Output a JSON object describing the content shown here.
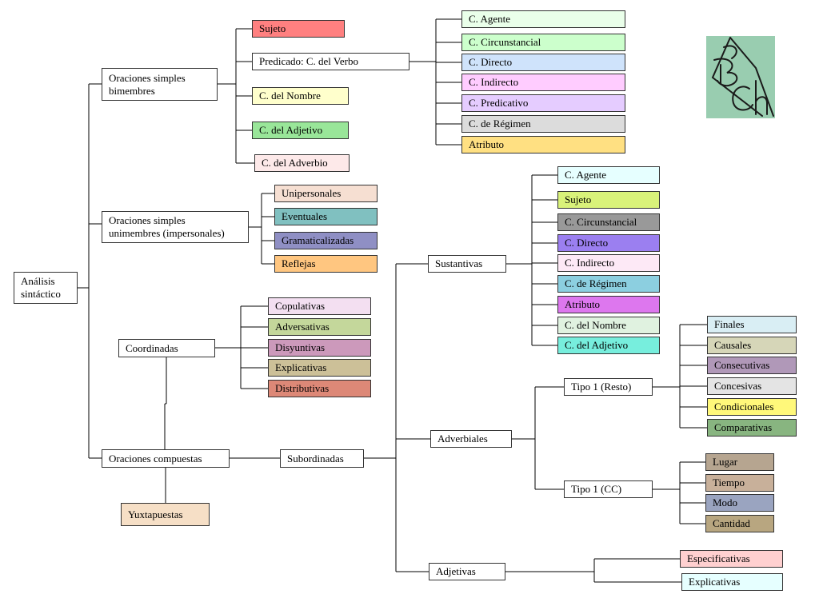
{
  "root": {
    "line1": "Análisis",
    "line2": "sintáctico"
  },
  "simples_bimembres": {
    "line1": "Oraciones simples",
    "line2": "bimembres"
  },
  "simples_unimembres": {
    "line1": "Oraciones simples",
    "line2": "unimembres (impersonales)"
  },
  "coordinadas": "Coordinadas",
  "compuestas": "Oraciones compuestas",
  "subordinadas": "Subordinadas",
  "yuxtapuestas": "Yuxtapuestas",
  "bimembres_items": [
    "Sujeto",
    "Predicado: C. del Verbo",
    "C. del Nombre",
    "C. del Adjetivo",
    "C. del Adverbio"
  ],
  "verbo_items": [
    "C. Agente",
    "C. Circunstancial",
    "C. Directo",
    "C. Indirecto",
    "C. Predicativo",
    "C. de Régimen",
    "Atributo"
  ],
  "unimembres_items": [
    "Unipersonales",
    "Eventuales",
    "Gramaticalizadas",
    "Reflejas"
  ],
  "coord_items": [
    "Copulativas",
    "Adversativas",
    "Disyuntivas",
    "Explicativas",
    "Distributivas"
  ],
  "sub_types": [
    "Sustantivas",
    "Adverbiales",
    "Adjetivas"
  ],
  "sust_items": [
    "C. Agente",
    "Sujeto",
    "C. Circunstancial",
    "C. Directo",
    "C. Indirecto",
    "C. de Régimen",
    "Atributo",
    "C. del Nombre",
    "C. del Adjetivo"
  ],
  "adverbiales_types": [
    "Tipo 1 (Resto)",
    "Tipo 1 (CC)"
  ],
  "resto_items": [
    "Finales",
    "Causales",
    "Consecutivas",
    "Concesivas",
    "Condicionales",
    "Comparativas"
  ],
  "cc_items": [
    "Lugar",
    "Tiempo",
    "Modo",
    "Cantidad"
  ],
  "adjetivas_items": [
    "Especificativas",
    "Explicativas"
  ],
  "colors": {
    "sujeto": "#ff8080",
    "c_nombre": "#ffffcc",
    "c_adjetivo": "#99e699",
    "c_adverbio": "#fde9e9",
    "verbo": [
      "#eaffea",
      "#ccffcc",
      "#cfe3fb",
      "#ffccff",
      "#e5ccff",
      "#dcdcdc",
      "#ffe082"
    ],
    "unimembres": [
      "#f6dfd2",
      "#80c0c0",
      "#8f8fc4",
      "#ffc680"
    ],
    "coord": [
      "#f3dff1",
      "#c4d79b",
      "#cc99bb",
      "#ccc098",
      "#dd8877"
    ],
    "sust": [
      "#e6ffff",
      "#d9f27a",
      "#999999",
      "#9b7ff0",
      "#fde9f6",
      "#8ccfe0",
      "#dd77ee",
      "#e0f2e0",
      "#77eedd"
    ],
    "resto": [
      "#d9eef4",
      "#d6d6b8",
      "#b098b8",
      "#e4e4e4",
      "#fff87a",
      "#88b580"
    ],
    "cc": [
      "#b6a590",
      "#c8b09a",
      "#9aa4c0",
      "#b8a680"
    ],
    "adjetivas": [
      "#ffd0d0",
      "#e6ffff"
    ],
    "yuxtapuestas": "#f6dfc6",
    "logo": "#99cdb0"
  },
  "logo_icon": "bch-monogram-icon"
}
